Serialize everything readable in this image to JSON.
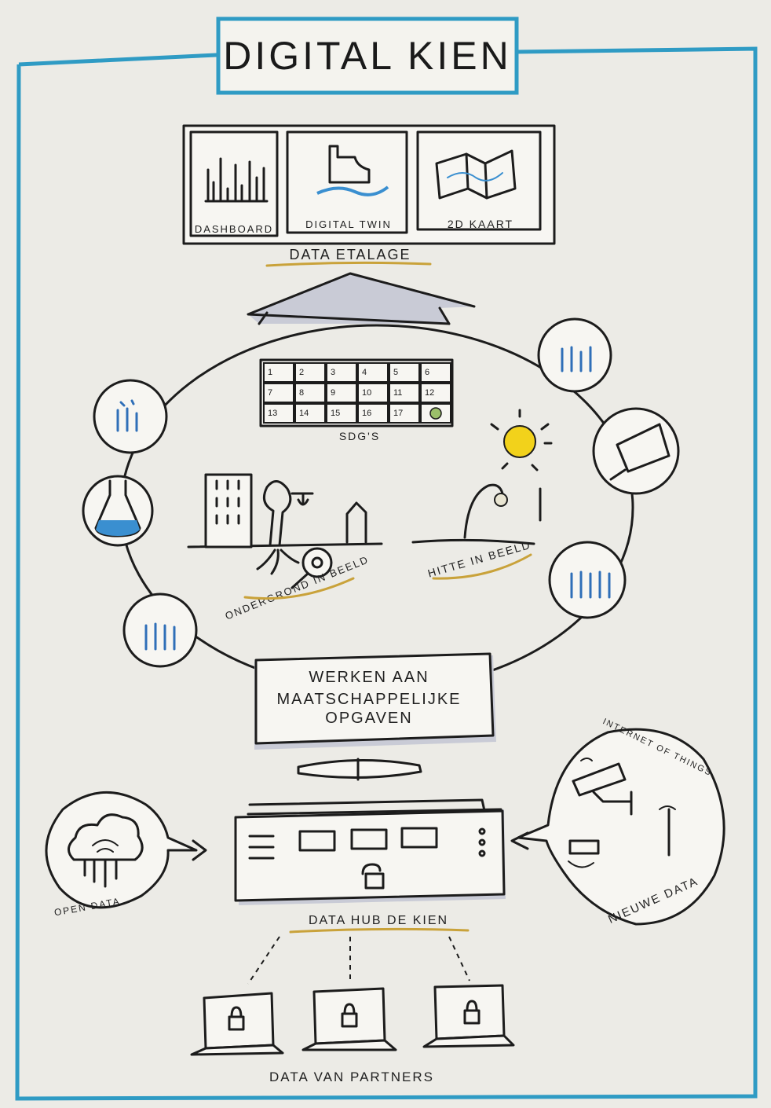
{
  "title": "DIGITAL KIEN",
  "etalage": {
    "panels": [
      {
        "label": "DASHBOARD",
        "icon": "bar-chart-icon"
      },
      {
        "label": "DIGITAL TWIN",
        "icon": "building-water-icon"
      },
      {
        "label": "2D KAART",
        "icon": "folded-map-icon"
      }
    ],
    "label": "DATA ETALAGE"
  },
  "sdg": {
    "cells": [
      "1",
      "2",
      "3",
      "4",
      "5",
      "6",
      "7",
      "8",
      "9",
      "10",
      "11",
      "12",
      "13",
      "14",
      "15",
      "16",
      "17",
      ""
    ],
    "label": "SDG'S"
  },
  "themes": {
    "ondergrond": "ONDERGROND IN BEELD",
    "hitte": "HITTE IN BEELD"
  },
  "center_box": {
    "line1": "WERKEN AAN",
    "line2": "MAATSCHAPPELIJKE",
    "line3": "OPGAVEN"
  },
  "hub": {
    "label": "DATA HUB DE KIEN"
  },
  "sources": {
    "open_data": "OPEN DATA",
    "iot": "INTERNET OF THINGS",
    "new_data": "NIEUWE DATA"
  },
  "partners": {
    "label": "DATA VAN PARTNERS"
  },
  "colors": {
    "frame": "#2f9bc4",
    "accent_gold": "#c9a23a",
    "sun_yellow": "#f2d21b",
    "water_blue": "#3a8fd0",
    "ink": "#1c1c1c",
    "paper": "#ecebe6"
  }
}
